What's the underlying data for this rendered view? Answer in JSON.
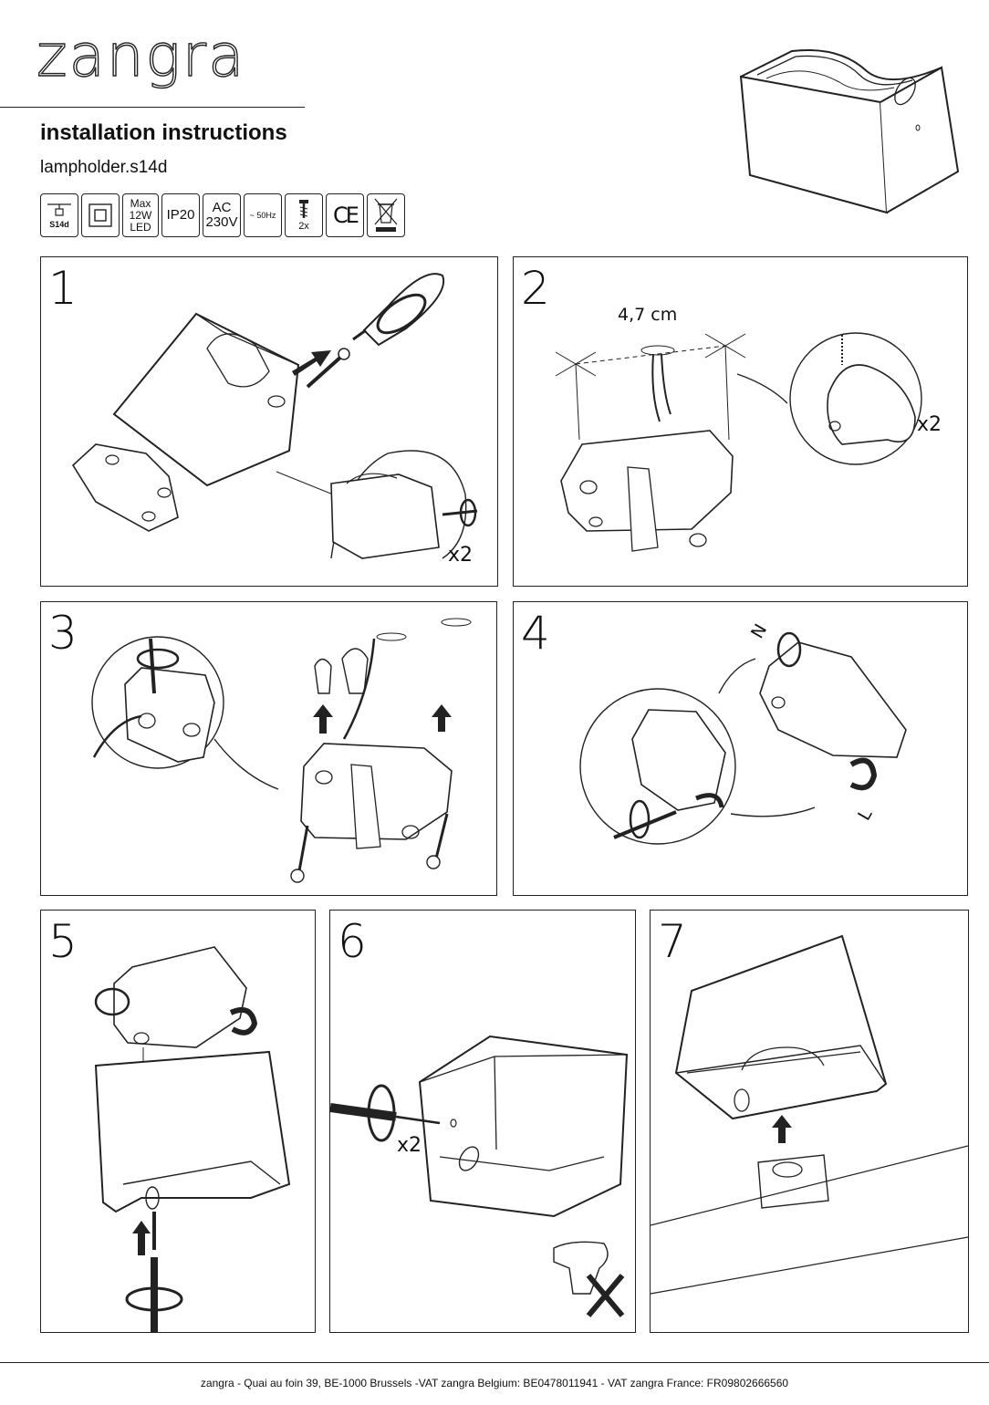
{
  "header": {
    "brand": "zangra",
    "title": "installation instructions",
    "subtitle": "lampholder.s14d"
  },
  "specs": [
    {
      "icon": "s14d-socket-icon",
      "lines": [
        "S14d"
      ]
    },
    {
      "icon": "class-ii-icon",
      "lines": []
    },
    {
      "icon": "max-power",
      "lines": [
        "Max",
        "12W",
        "LED"
      ]
    },
    {
      "icon": "ip-rating",
      "lines": [
        "IP20"
      ]
    },
    {
      "icon": "voltage",
      "lines": [
        "AC",
        "230V"
      ]
    },
    {
      "icon": "frequency",
      "lines": [
        "~ 50Hz"
      ]
    },
    {
      "icon": "screw-icon",
      "lines": [
        "2x"
      ]
    },
    {
      "icon": "ce-mark-icon",
      "lines": [
        "CE"
      ]
    },
    {
      "icon": "weee-bin-icon",
      "lines": []
    }
  ],
  "steps": [
    {
      "number": "1",
      "labels": [
        "x2"
      ]
    },
    {
      "number": "2",
      "labels": [
        "4,7 cm",
        "x2"
      ]
    },
    {
      "number": "3",
      "labels": []
    },
    {
      "number": "4",
      "labels": [
        "N",
        "L"
      ]
    },
    {
      "number": "5",
      "labels": []
    },
    {
      "number": "6",
      "labels": [
        "x2"
      ]
    },
    {
      "number": "7",
      "labels": []
    }
  ],
  "footer": "zangra - Quai au foin 39, BE-1000 Brussels -VAT zangra Belgium: BE0478011941 - VAT zangra France: FR09802666560"
}
